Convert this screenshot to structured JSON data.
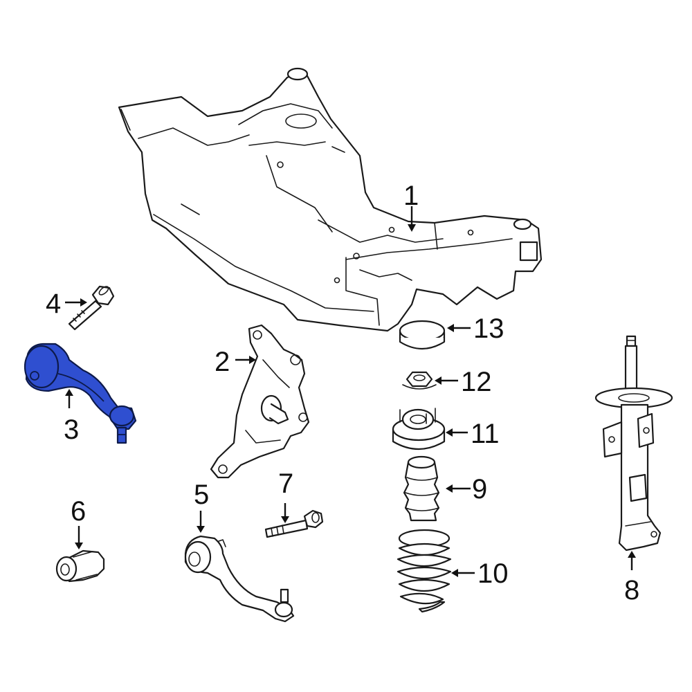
{
  "diagram": {
    "highlight_color": "#2f4fd0",
    "callouts": [
      {
        "id": "1",
        "label": "1"
      },
      {
        "id": "2",
        "label": "2"
      },
      {
        "id": "3",
        "label": "3"
      },
      {
        "id": "4",
        "label": "4"
      },
      {
        "id": "5",
        "label": "5"
      },
      {
        "id": "6",
        "label": "6"
      },
      {
        "id": "7",
        "label": "7"
      },
      {
        "id": "8",
        "label": "8"
      },
      {
        "id": "9",
        "label": "9"
      },
      {
        "id": "10",
        "label": "10"
      },
      {
        "id": "11",
        "label": "11"
      },
      {
        "id": "12",
        "label": "12"
      },
      {
        "id": "13",
        "label": "13"
      }
    ]
  }
}
